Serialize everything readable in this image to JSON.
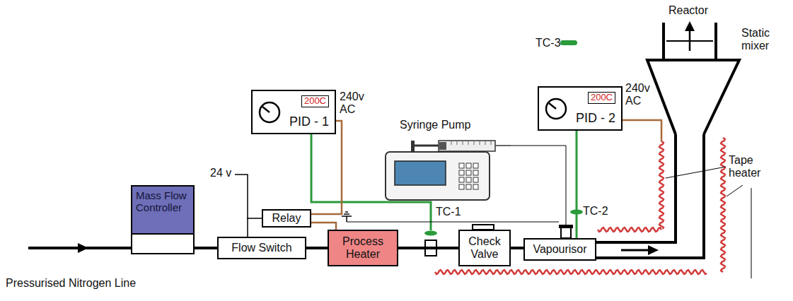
{
  "diagram": {
    "nodes": [
      {
        "text": [
          "Mass Flow Controller"
        ]
      },
      {
        "text": [
          "Flow Switch"
        ]
      },
      {
        "text": [
          "Relay"
        ]
      },
      {
        "text": [
          "200C",
          "PID - 1"
        ]
      },
      {
        "text": [
          "Process Heater"
        ]
      },
      {
        "text": [
          "Check Valve"
        ]
      },
      {
        "text": [
          "Vapourisor"
        ]
      },
      {
        "text": [
          "200C",
          "PID - 2"
        ]
      }
    ],
    "edges": [
      {
        "from": 0,
        "to": 1,
        "arrow": "none"
      },
      {
        "from": 1,
        "to": 4,
        "arrow": "none"
      },
      {
        "from": 4,
        "to": 5,
        "arrow": "none"
      },
      {
        "from": 5,
        "to": 6,
        "arrow": "none"
      },
      {
        "from": 1,
        "to": 2,
        "arrow": "none"
      },
      {
        "from": 3,
        "to": 2,
        "arrow": "none"
      },
      {
        "from": 2,
        "to": 4,
        "arrow": "none"
      }
    ],
    "labels": [
      "Reactor",
      "Static mixer",
      "TC-3",
      "240v AC",
      "240v AC",
      "Syringe Pump",
      "24 v",
      "Tape heater",
      "TC-1",
      "TC-2",
      "Pressurised Nitrogen Line"
    ]
  }
}
